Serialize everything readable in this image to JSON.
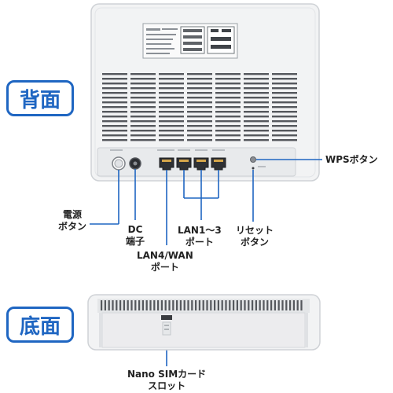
{
  "sections": {
    "back": "背面",
    "bottom": "底面"
  },
  "callouts": {
    "power_button": [
      "電源",
      "ボタン"
    ],
    "dc_port": [
      "DC",
      "端子"
    ],
    "lan4_wan_port": [
      "LAN4/WAN",
      "ポート"
    ],
    "lan1_3_ports": [
      "LAN1～3",
      "ポート"
    ],
    "reset_button": [
      "リセット",
      "ボタン"
    ],
    "wps_button": [
      "WPSボタン"
    ],
    "nano_sim_slot": [
      "Nano SIMカード",
      "スロット"
    ]
  },
  "colors": {
    "accent": "#1f66c2",
    "device_body": "#f2f3f4",
    "device_edge": "#cfd2d6",
    "vent": "#55585d",
    "leader_line": "#1f66c2"
  }
}
